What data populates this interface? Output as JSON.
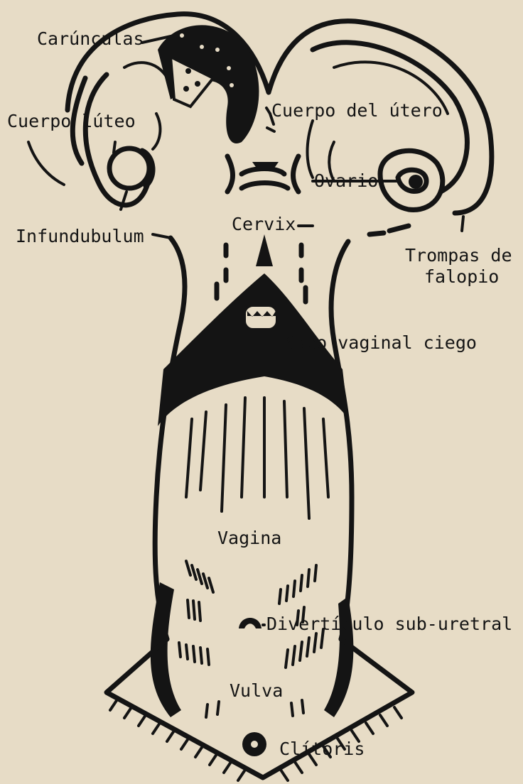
{
  "labels": {
    "caruncles": "Carúnculas",
    "corpus_luteum": "Cuerpo lúteo",
    "uterus_body": "Cuerpo del útero",
    "ovary": "Ovario",
    "infundibulum": "Infundubulum",
    "cervix": "Cervix",
    "fallopian_tubes_line1": "Trompas de",
    "fallopian_tubes_line2": "falopio",
    "blind_vaginal_sac": "Saco vaginal ciego",
    "vagina": "Vagina",
    "suburethral_diverticulum": "Divertículo sub-uretral",
    "vulva": "Vulva",
    "clitoris": "Clítoris"
  },
  "colors": {
    "paper": "#e7dcc6",
    "ink": "#141414"
  }
}
